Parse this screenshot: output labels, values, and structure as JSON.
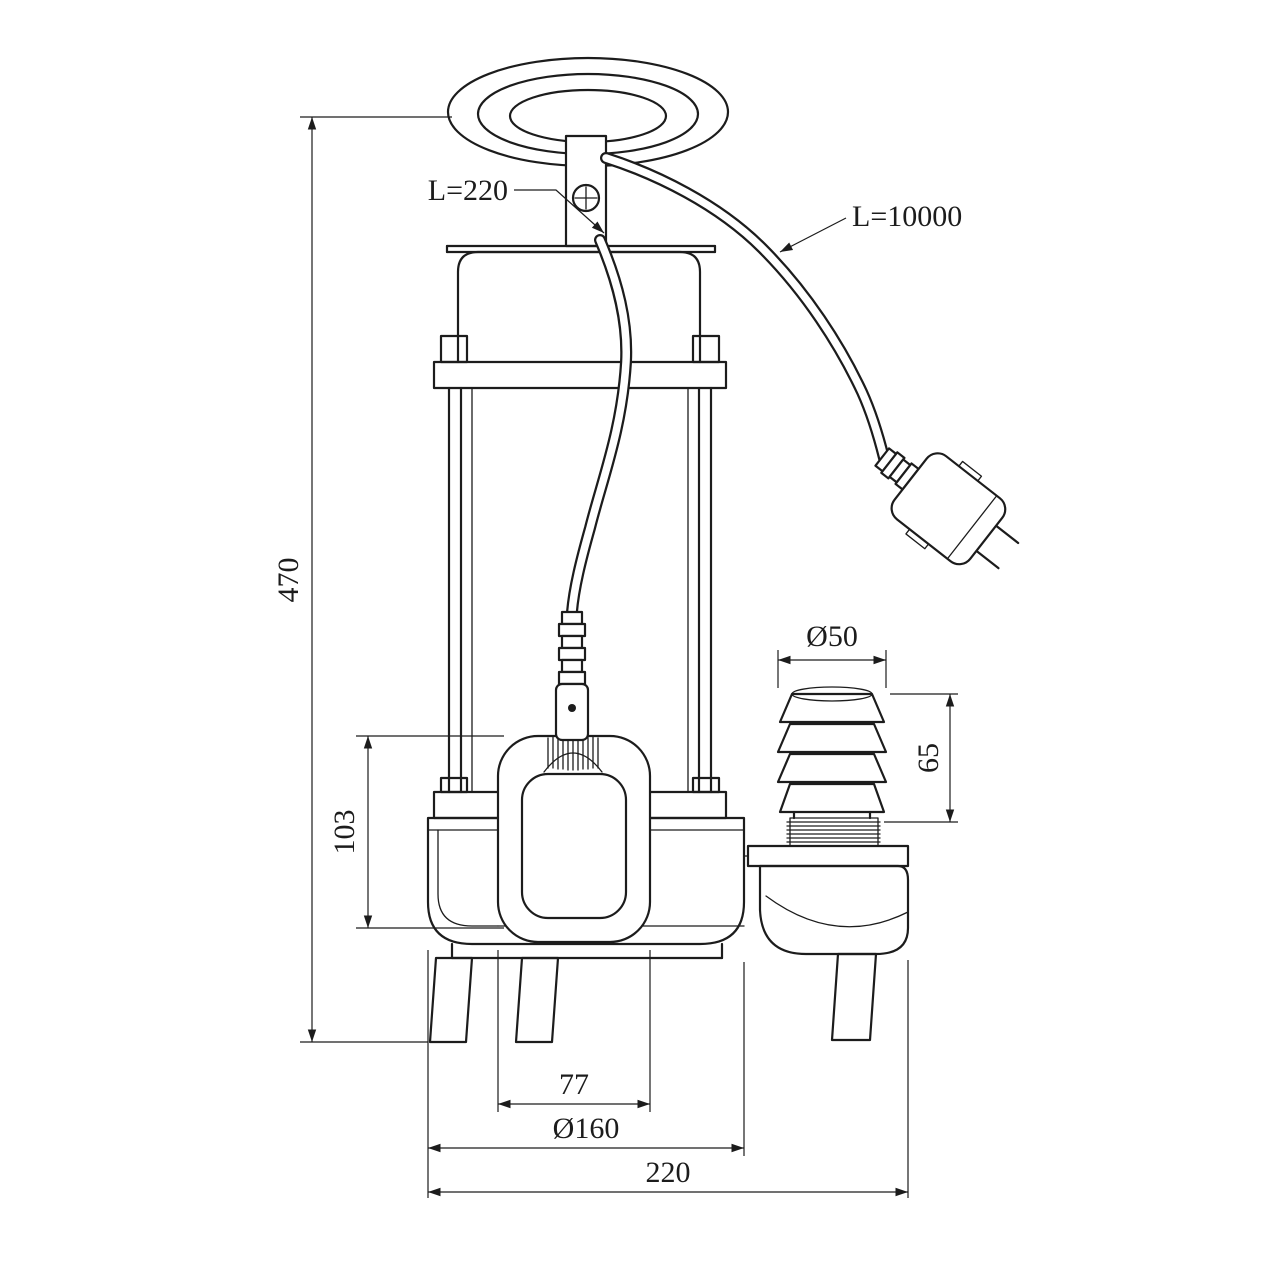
{
  "drawing": {
    "subject": "Submersible drainage pump with float switch - dimensional technical drawing, front view",
    "line_color": "#1c1c1c",
    "background_color": "#ffffff"
  },
  "dimensions": {
    "overall_height": "470",
    "float_bracket_height": "103",
    "float_width": "77",
    "housing_diameter": "Ø160",
    "overall_width": "220",
    "outlet_diameter": "Ø50",
    "outlet_spigot_height": "65"
  },
  "labels": {
    "float_cable_length": "L=220",
    "power_cable_length": "L=10000"
  }
}
